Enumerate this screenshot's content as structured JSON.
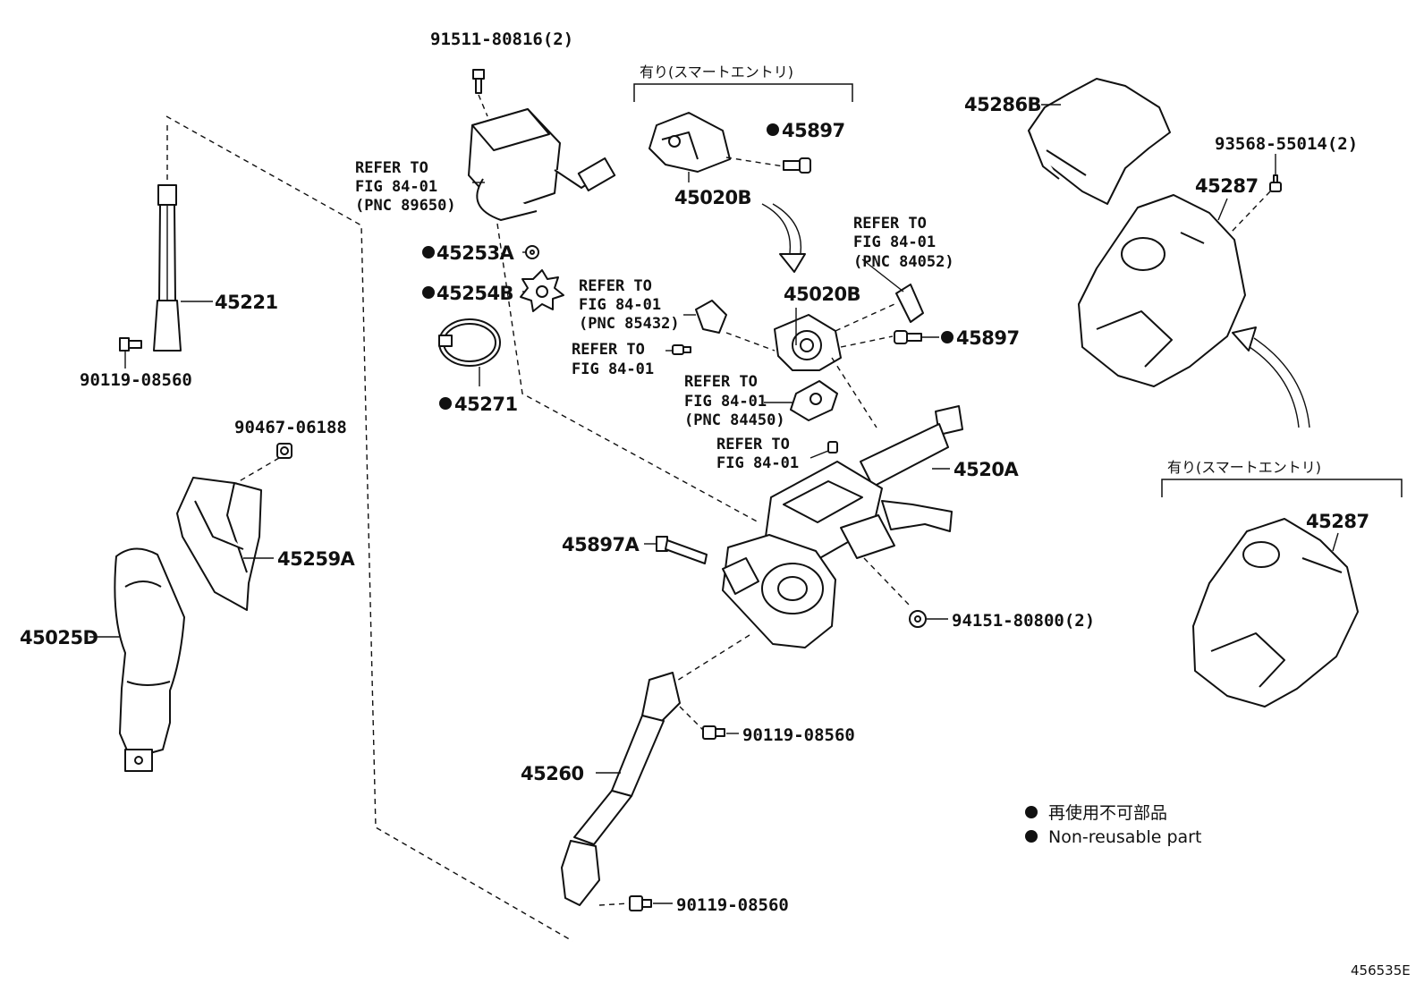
{
  "parts": {
    "p91511": "91511-80816(2)",
    "p45253A": "45253A",
    "p45254B": "45254B",
    "p45271": "45271",
    "p45221": "45221",
    "p90119a": "90119-08560",
    "p90467": "90467-06188",
    "p45259A": "45259A",
    "p45025D": "45025D",
    "p45897top": "45897",
    "p45020Btop": "45020B",
    "p45020B": "45020B",
    "p45897mid": "45897",
    "p4520A": "4520A",
    "p45897A": "45897A",
    "p94151": "94151-80800(2)",
    "p90119b": "90119-08560",
    "p45260": "45260",
    "p90119c": "90119-08560",
    "p45286B": "45286B",
    "p93568": "93568-55014(2)",
    "p45287top": "45287",
    "p45287bottom": "45287"
  },
  "refs": {
    "r89650": [
      "REFER TO",
      "FIG 84-01",
      "(PNC 89650)"
    ],
    "r85432": [
      "REFER TO",
      "FIG 84-01",
      "(PNC 85432)"
    ],
    "rfig1": [
      "REFER TO",
      "FIG 84-01"
    ],
    "r84052": [
      "REFER TO",
      "FIG 84-01",
      "(PNC 84052)"
    ],
    "r84450": [
      "REFER TO",
      "FIG 84-01",
      "(PNC 84450)"
    ],
    "rfig2": [
      "REFER TO",
      "FIG 84-01"
    ]
  },
  "variants": {
    "smart_entry_top": "有り(スマートエントリ)",
    "smart_entry_right": "有り(スマートエントリ)"
  },
  "legend": {
    "jp": "再使用不可部品",
    "en": "Non-reusable part"
  },
  "figure_code": "456535E"
}
